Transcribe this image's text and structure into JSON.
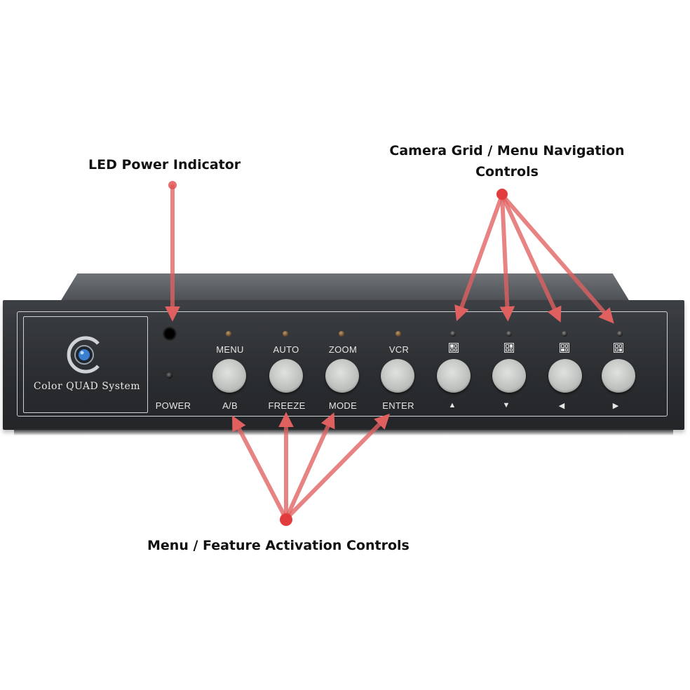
{
  "callouts": {
    "led_power": "LED Power Indicator",
    "camera_grid_line1": "Camera Grid / Menu Navigation",
    "camera_grid_line2": "Controls",
    "menu_feature": "Menu / Feature Activation Controls"
  },
  "device": {
    "logo_text": "Color QUAD System",
    "power_label": "POWER",
    "feature_buttons": [
      {
        "top_label": "MENU",
        "bottom_label": "A/B"
      },
      {
        "top_label": "AUTO",
        "bottom_label": "FREEZE"
      },
      {
        "top_label": "ZOOM",
        "bottom_label": "MODE"
      },
      {
        "top_label": "VCR",
        "bottom_label": "ENTER"
      }
    ],
    "nav_buttons": [
      {
        "icon": "quad-grid-icon",
        "bottom_label": "▲"
      },
      {
        "icon": "quad-grid-icon",
        "bottom_label": "▼"
      },
      {
        "icon": "quad-grid-icon",
        "bottom_label": "◀"
      },
      {
        "icon": "quad-grid-icon",
        "bottom_label": "▶"
      }
    ]
  },
  "colors": {
    "arrow": "#e06060",
    "device_body": "#2e3134",
    "button": "#c8ccc9"
  }
}
